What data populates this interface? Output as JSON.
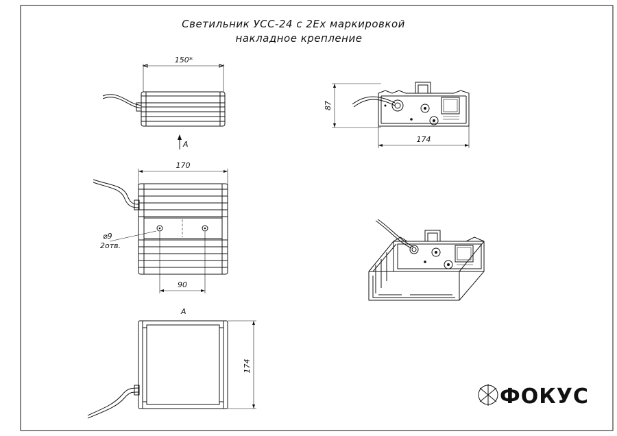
{
  "title": {
    "line1": "Светильник  УСС-24  с  2Ех  маркировкой",
    "line2": "накладное крепление"
  },
  "dimensions": {
    "top_width": "150*",
    "front_width": "170",
    "front_holes_diameter": "⌀9",
    "front_holes_count": "2отв.",
    "front_holes_spacing": "90",
    "side_height": "87",
    "side_width": "174",
    "bottom_depth": "174"
  },
  "views": {
    "arrow_label": "A",
    "view_label": "A"
  },
  "logo": {
    "text": "ФОКУС"
  },
  "colors": {
    "line": "#111111",
    "background": "#ffffff"
  }
}
